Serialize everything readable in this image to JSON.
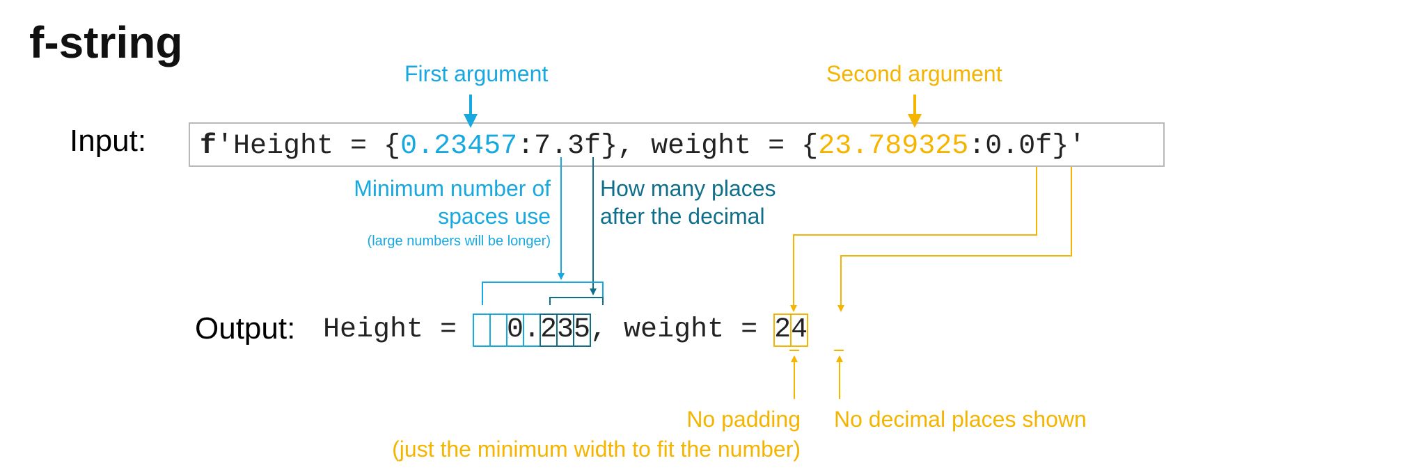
{
  "title": "f-string",
  "labels": {
    "input": "Input:",
    "output": "Output:",
    "first_argument": "First argument",
    "second_argument": "Second argument",
    "min_spaces_line1": "Minimum number of",
    "min_spaces_line2": "spaces use",
    "min_spaces_note": "(large numbers will be longer)",
    "places_line1": "How many places",
    "places_line2": "after the decimal",
    "no_padding": "No padding",
    "no_padding_note": "(just the minimum width to fit the number)",
    "no_decimal": "No decimal places shown"
  },
  "input_code": {
    "prefix": "f",
    "part1": "'Height = {",
    "arg1": "0.23457",
    "fmt1": ":7.3f",
    "part2": "}, weight = {",
    "arg2": "23.789325",
    "fmt2": ":0.0f",
    "part3": "}'"
  },
  "output_code": {
    "part1": "Height = ",
    "cells1": [
      "",
      "",
      "0",
      ".",
      "2",
      "3",
      "5"
    ],
    "part2": ", weight = ",
    "cells2": [
      "2",
      "4"
    ]
  },
  "colors": {
    "first_argument": "#17a8e0",
    "precision": "#0f6f8a",
    "second_argument": "#f5b400",
    "text": "#222222"
  }
}
